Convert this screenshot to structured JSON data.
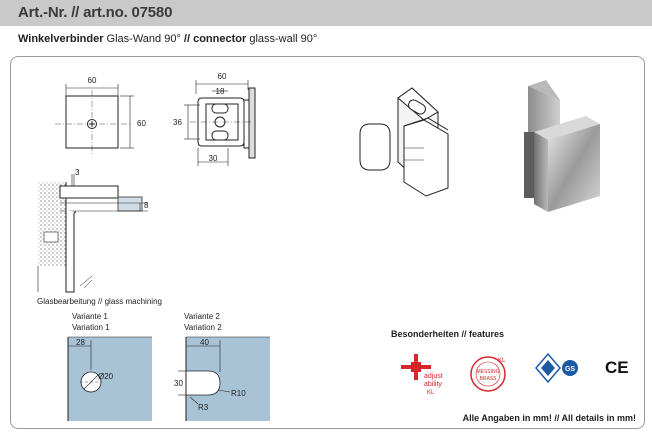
{
  "header": {
    "article_number": "Art.-Nr. // art.no. 07580"
  },
  "subtitle": {
    "de_bold": "Winkelverbinder",
    "de_rest": " Glas-Wand 90° ",
    "sep": "// ",
    "en_bold": "connector",
    "en_rest": " glass-wall 90°"
  },
  "drawing": {
    "front_view": {
      "width": "60",
      "height": "60"
    },
    "side_view": {
      "width": "60",
      "inner": "18",
      "height": "36",
      "base": "30"
    },
    "section_view": {
      "top": "3",
      "thickness": "8"
    },
    "glass_caption": "Glasbearbeitung // glass machining"
  },
  "variants": {
    "v1": {
      "label_de": "Variante 1",
      "label_en": "Variation 1",
      "offset": "28",
      "diameter": "Ø20"
    },
    "v2": {
      "label_de": "Variante 2",
      "label_en": "Variation 2",
      "offset": "40",
      "height": "30",
      "r_large": "R10",
      "r_small": "R3"
    }
  },
  "features": {
    "title": "Besonderheiten // features",
    "logos": [
      {
        "name": "adjust-ability-logo",
        "text1": "adjust",
        "text2": "ability",
        "text3": "KL",
        "color": "#d6262b"
      },
      {
        "name": "messing-brass-logo",
        "text1": "MESSING",
        "text2": "BRASS",
        "text3": "KL",
        "color": "#d6262b"
      },
      {
        "name": "certification-logo",
        "text1": "GS",
        "color": "#1d5aa6"
      },
      {
        "name": "ce-mark-logo",
        "text1": "CE",
        "color": "#111111"
      }
    ]
  },
  "footer": {
    "note": "Alle Angaben in mm! // All details in mm!"
  },
  "colors": {
    "header_bg": "#c9c9c9",
    "glass_blue": "#a9c3d6",
    "frame_border": "#9a9a9a"
  }
}
